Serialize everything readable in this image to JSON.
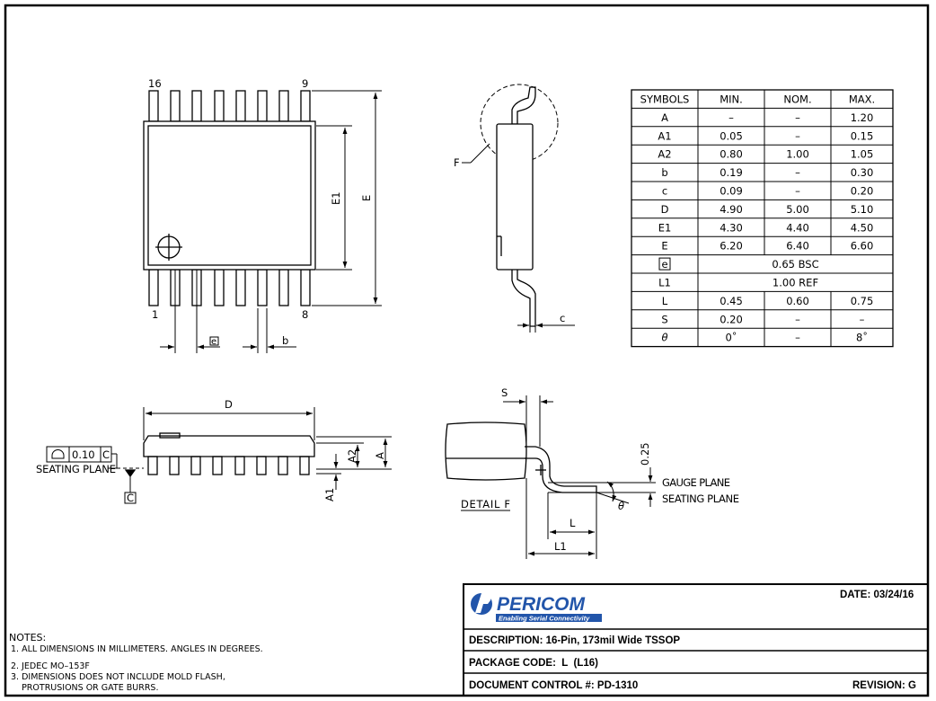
{
  "top_view": {
    "pin_16": "16",
    "pin_9": "9",
    "pin_1": "1",
    "pin_8": "8",
    "dim_E1": "E1",
    "dim_E": "E",
    "dim_e": "e",
    "dim_b": "b"
  },
  "side_view": {
    "detail_callout": "F",
    "dim_c": "c"
  },
  "front_view": {
    "dim_D": "D",
    "dim_A": "A",
    "dim_A2": "A2",
    "dim_A1": "A1",
    "flatness_value": "0.10",
    "flatness_datum": "C",
    "datum_C": "C",
    "seating_plane": "SEATING PLANE"
  },
  "detail_view": {
    "dim_S": "S",
    "dim_025": "0.25",
    "gauge_plane": "GAUGE PLANE",
    "seating_plane": "SEATING PLANE",
    "dim_L": "L",
    "dim_L1": "L1",
    "theta": "θ",
    "title": "DETAIL F"
  },
  "dimension_table": {
    "headers": [
      "SYMBOLS",
      "MIN.",
      "NOM.",
      "MAX."
    ],
    "rows": [
      {
        "symbol": "A",
        "min": "–",
        "nom": "–",
        "max": "1.20"
      },
      {
        "symbol": "A1",
        "min": "0.05",
        "nom": "–",
        "max": "0.15"
      },
      {
        "symbol": "A2",
        "min": "0.80",
        "nom": "1.00",
        "max": "1.05"
      },
      {
        "symbol": "b",
        "min": "0.19",
        "nom": "–",
        "max": "0.30"
      },
      {
        "symbol": "c",
        "min": "0.09",
        "nom": "–",
        "max": "0.20"
      },
      {
        "symbol": "D",
        "min": "4.90",
        "nom": "5.00",
        "max": "5.10"
      },
      {
        "symbol": "E1",
        "min": "4.30",
        "nom": "4.40",
        "max": "4.50"
      },
      {
        "symbol": "E",
        "min": "6.20",
        "nom": "6.40",
        "max": "6.60"
      },
      {
        "symbol": "e",
        "span": "0.65  BSC",
        "boxed": true
      },
      {
        "symbol": "L1",
        "span": "1.00  REF"
      },
      {
        "symbol": "L",
        "min": "0.45",
        "nom": "0.60",
        "max": "0.75"
      },
      {
        "symbol": "S",
        "min": "0.20",
        "nom": "–",
        "max": "–"
      },
      {
        "symbol": "θ",
        "min": "0˚",
        "nom": "–",
        "max": "8˚",
        "italic": true
      }
    ]
  },
  "notes": {
    "heading": "NOTES:",
    "items": [
      "1. ALL DIMENSIONS IN MILLIMETERS. ANGLES IN DEGREES.",
      "2. JEDEC MO–153F",
      "3. DIMENSIONS DOES NOT INCLUDE MOLD FLASH,",
      "    PROTRUSIONS OR GATE BURRS."
    ]
  },
  "title_block": {
    "company": "PERICOM",
    "tagline": "Enabling Serial Connectivity",
    "date": "DATE: 03/24/16",
    "description": "DESCRIPTION: 16-Pin, 173mil Wide TSSOP",
    "package_code": "PACKAGE CODE:  L  (L16)",
    "document_control": "DOCUMENT CONTROL #: PD-1310",
    "revision": "REVISION: G"
  },
  "colors": {
    "line": "#000000",
    "logo_blue": "#2255aa"
  }
}
